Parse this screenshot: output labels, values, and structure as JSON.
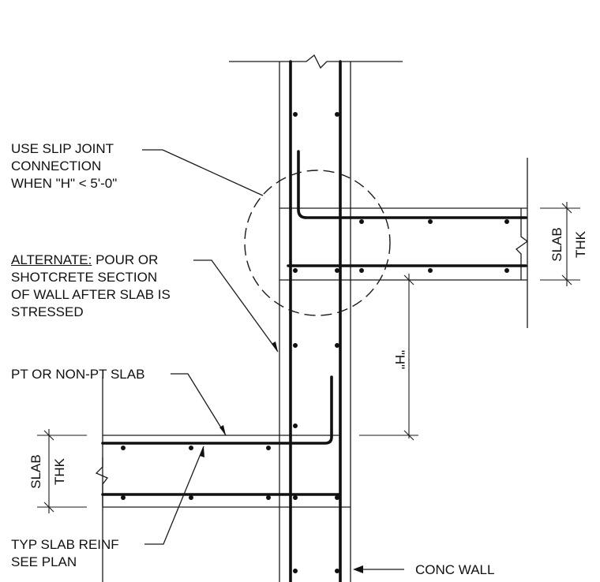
{
  "labels": {
    "slip_joint": [
      "USE SLIP JOINT",
      "CONNECTION",
      "WHEN \"H\" < 5'-0\""
    ],
    "alternate_head": "ALTERNATE:",
    "alternate_rest": " POUR OR",
    "alternate_lines": [
      "SHOTCRETE SECTION",
      "OF WALL AFTER SLAB IS",
      "STRESSED"
    ],
    "pt_slab": "PT OR NON-PT SLAB",
    "typ_reinf": [
      "TYP SLAB REINF",
      "SEE PLAN"
    ],
    "conc_wall": "CONC WALL",
    "dim_h": "\"H\"",
    "slab_thk_upper": [
      "SLAB",
      "THK"
    ],
    "slab_thk_lower": [
      "SLAB",
      "THK"
    ]
  }
}
